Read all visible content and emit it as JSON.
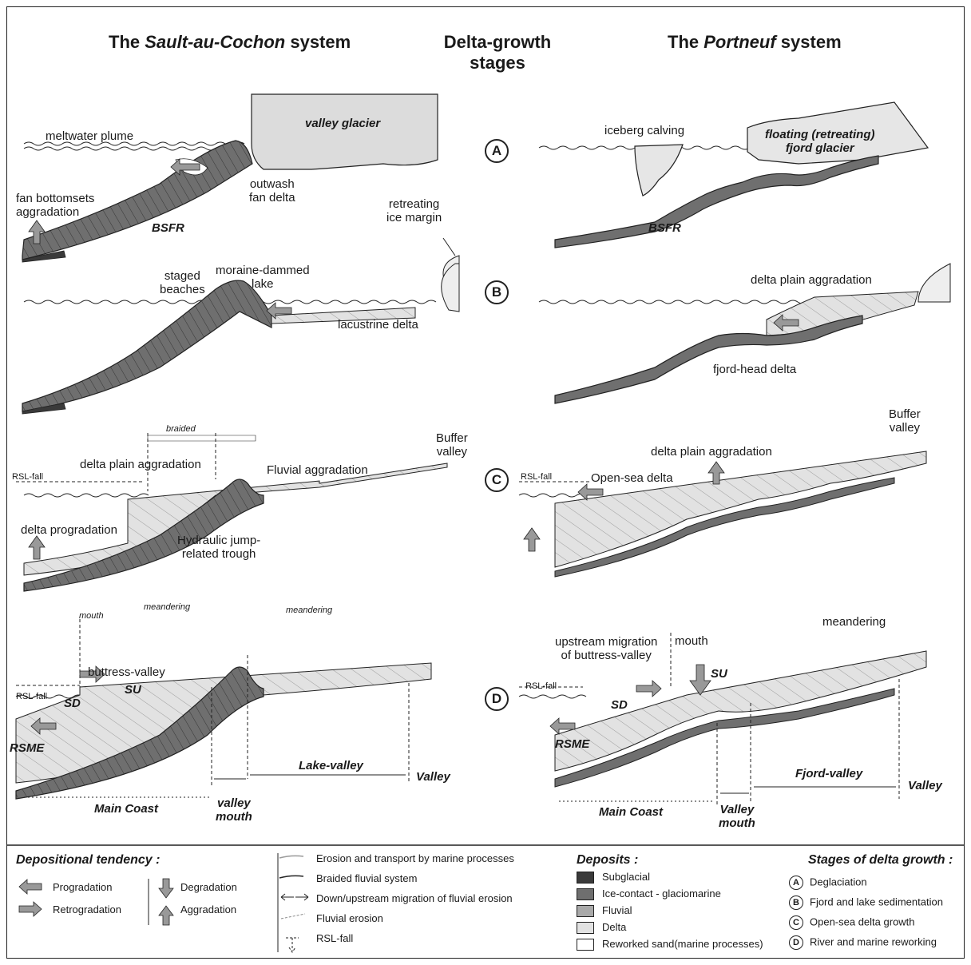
{
  "headers": {
    "left_pre": "The ",
    "left_italic": "Sault-au-Cochon",
    "left_post": " system",
    "center_line1": "Delta-growth",
    "center_line2": "stages",
    "right_pre": "The ",
    "right_italic": "Portneuf",
    "right_post": " system"
  },
  "stage_markers": [
    "A",
    "B",
    "C",
    "D"
  ],
  "stage_a": {
    "left": {
      "valley_glacier": "valley glacier",
      "meltwater_plume": "meltwater plume",
      "fan_bottomsets_1": "fan bottomsets",
      "fan_bottomsets_2": "aggradation",
      "outwash_1": "outwash",
      "outwash_2": "fan delta",
      "bsfr": "BSFR",
      "retreating_1": "retreating",
      "retreating_2": "ice margin"
    },
    "right": {
      "iceberg_calving": "iceberg calving",
      "floating_1": "floating (retreating)",
      "floating_2": "fjord glacier",
      "bsfr": "BSFR"
    }
  },
  "stage_b": {
    "left": {
      "staged_1": "staged",
      "staged_2": "beaches",
      "moraine_1": "moraine-dammed",
      "moraine_2": "lake",
      "lacustrine": "lacustrine delta"
    },
    "right": {
      "delta_plain": "delta plain aggradation",
      "fjord_head": "fjord-head delta"
    }
  },
  "stage_c": {
    "left": {
      "braided": "braided",
      "delta_plain": "delta plain aggradation",
      "fluvial_aggr": "Fluvial aggradation",
      "buffer_1": "Buffer",
      "buffer_2": "valley",
      "rsl_fall": "RSL-fall",
      "delta_prog": "delta progradation",
      "hydraulic_1": "Hydraulic jump-",
      "hydraulic_2": "related trough"
    },
    "right": {
      "buffer_1": "Buffer",
      "buffer_2": "valley",
      "delta_plain": "delta plain aggradation",
      "rsl_fall": "RSL-fall",
      "open_sea": "Open-sea delta"
    }
  },
  "stage_d": {
    "left": {
      "mouth": "mouth",
      "meandering_1": "meandering",
      "meandering_2": "meandering",
      "buttress": "buttress-valley",
      "su": "SU",
      "sd": "SD",
      "rsl_fall": "RSL-fall",
      "rsme": "RSME",
      "lake_valley": "Lake-valley",
      "valley": "Valley",
      "main_coast": "Main Coast",
      "valley_mouth_1": "valley",
      "valley_mouth_2": "mouth"
    },
    "right": {
      "meandering": "meandering",
      "upstream_1": "upstream migration",
      "upstream_2": "of buttress-valley",
      "mouth": "mouth",
      "su": "SU",
      "sd": "SD",
      "rsl_fall": "RSL-fall",
      "rsme": "RSME",
      "fjord_valley": "Fjord-valley",
      "valley": "Valley",
      "main_coast": "Main Coast",
      "valley_mouth_1": "Valley",
      "valley_mouth_2": "mouth"
    }
  },
  "legend": {
    "depositional": {
      "title": "Depositional tendency :",
      "progradation": "Progradation",
      "retrogradation": "Retrogradation",
      "degradation": "Degradation",
      "aggradation": "Aggradation"
    },
    "processes": [
      "Erosion and transport by marine processes",
      "Braided fluvial system",
      "Down/upstream migration of fluvial erosion",
      "Fluvial erosion",
      "RSL-fall"
    ],
    "deposits": {
      "title": "Deposits :",
      "items": [
        {
          "label": "Subglacial",
          "color": "#3a3a3a"
        },
        {
          "label": "Ice-contact - glaciomarine",
          "color": "#6f6f6f"
        },
        {
          "label": "Fluvial",
          "color": "#a9a9a9"
        },
        {
          "label": "Delta",
          "color": "#e2e2e2"
        },
        {
          "label": "Reworked sand(marine processes)",
          "color": "#ffffff"
        }
      ]
    },
    "stages": {
      "title": "Stages of delta growth :",
      "items": [
        {
          "letter": "A",
          "label": "Deglaciation"
        },
        {
          "letter": "B",
          "label": "Fjord and lake sedimentation"
        },
        {
          "letter": "C",
          "label": "Open-sea delta growth"
        },
        {
          "letter": "D",
          "label": "River and marine reworking"
        }
      ]
    }
  }
}
